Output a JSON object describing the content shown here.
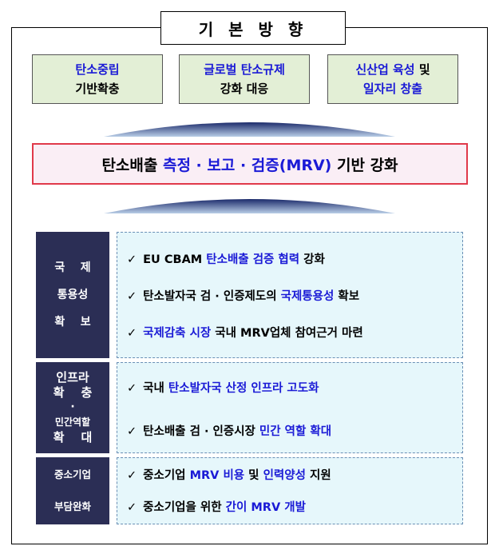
{
  "title": "기 본 방 향",
  "goals": [
    {
      "line1": "탄소중립",
      "line2": "기반확충"
    },
    {
      "line1": "글로벌 탄소규제",
      "line2": "강화 대응"
    },
    {
      "line1_a": "신산업 육성",
      "line1_b": "및",
      "line2": "일자리 창출"
    }
  ],
  "center": {
    "a": "탄소배출",
    "b": "측정 · 보고 · 검증(MRV)",
    "c": "기반 강화"
  },
  "check_mark": "✓",
  "sections": [
    {
      "label_lines": [
        "국    제",
        "통용성",
        "확    보"
      ],
      "items": [
        [
          {
            "t": "EU CBAM ",
            "c": "k"
          },
          {
            "t": "탄소배출 검증 협력",
            "c": "b"
          },
          {
            "t": " 강화",
            "c": "k"
          }
        ],
        [
          {
            "t": "탄소발자국 검 · 인증제도의 ",
            "c": "k"
          },
          {
            "t": "국제통용성",
            "c": "b"
          },
          {
            "t": " 확보",
            "c": "k"
          }
        ],
        [
          {
            "t": "국제감축 시장",
            "c": "b"
          },
          {
            "t": " 국내 MRV업체 참여근거 마련",
            "c": "k"
          }
        ]
      ]
    },
    {
      "label_lines": [
        "인프라",
        "확    충",
        "·",
        "민간역할",
        "확    대"
      ],
      "items": [
        [
          {
            "t": "국내 ",
            "c": "k"
          },
          {
            "t": "탄소발자국 산정 인프라 고도화",
            "c": "b"
          }
        ],
        [
          {
            "t": "탄소배출 검 · 인증시장 ",
            "c": "k"
          },
          {
            "t": "민간 역할 확대",
            "c": "b"
          }
        ]
      ]
    },
    {
      "label_lines": [
        "중소기업",
        "부담완화"
      ],
      "items": [
        [
          {
            "t": "중소기업 ",
            "c": "k"
          },
          {
            "t": "MRV 비용",
            "c": "b"
          },
          {
            "t": " 및 ",
            "c": "k"
          },
          {
            "t": "인력양성",
            "c": "b"
          },
          {
            "t": " 지원",
            "c": "k"
          }
        ],
        [
          {
            "t": "중소기업을 위한 ",
            "c": "k"
          },
          {
            "t": "간이 MRV 개발",
            "c": "b"
          }
        ]
      ]
    }
  ]
}
